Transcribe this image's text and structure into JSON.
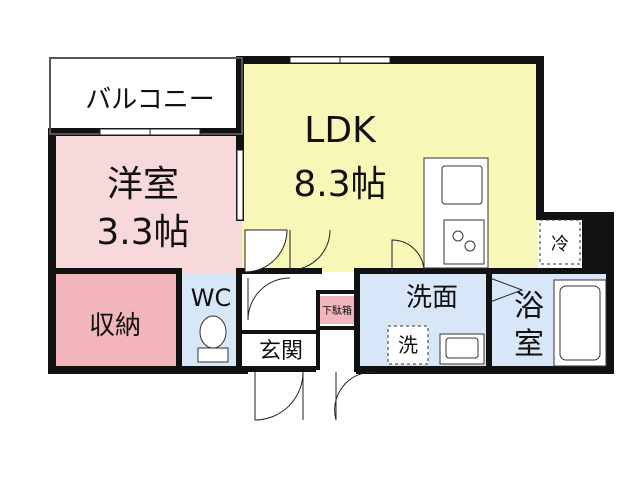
{
  "rooms": {
    "balcony": "バルコニー",
    "ldk_name": "LDK",
    "ldk_size": "8.3帖",
    "western_name": "洋室",
    "western_size": "3.3帖",
    "storage": "収納",
    "wc": "WC",
    "entrance": "玄関",
    "shoe_box": "下駄箱",
    "washroom": "洗面",
    "bathroom_1": "浴",
    "bathroom_2": "室"
  },
  "fixtures": {
    "fridge": "冷",
    "washer": "洗"
  },
  "colors": {
    "ldk": "#f7f7b8",
    "western": "#f7d9dc",
    "storage": "#f2b5bb",
    "wet_area": "#d7e7f8",
    "wall": "#111111"
  }
}
